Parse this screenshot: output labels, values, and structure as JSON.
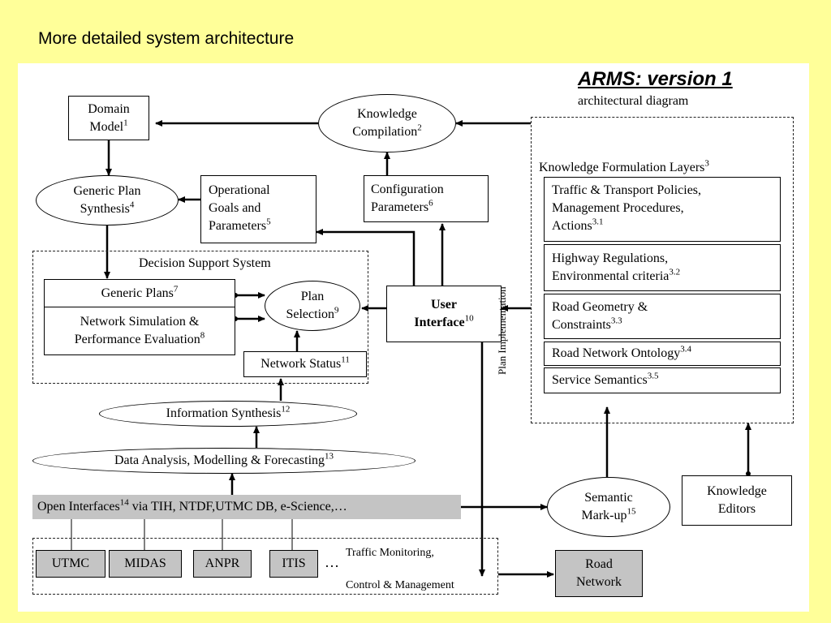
{
  "slide_title": "More detailed system architecture",
  "diagram": {
    "title": "ARMS: version 1",
    "subtitle": "architectural diagram",
    "nodes": {
      "domain_model": {
        "lines": [
          "Domain",
          "Model"
        ],
        "sup": "1"
      },
      "knowledge_compilation": {
        "lines": [
          "Knowledge",
          "Compilation"
        ],
        "sup": "2"
      },
      "generic_plan_synthesis": {
        "lines": [
          "Generic Plan",
          "Synthesis"
        ],
        "sup": "4"
      },
      "operational_goals": {
        "lines": [
          "Operational",
          "Goals and",
          "Parameters"
        ],
        "sup": "5"
      },
      "configuration_parameters": {
        "lines": [
          "Configuration",
          "Parameters"
        ],
        "sup": "6"
      },
      "decision_support_system": {
        "label": "Decision Support System"
      },
      "generic_plans": {
        "label": "Generic Plans",
        "sup": "7"
      },
      "network_simulation": {
        "lines": [
          "Network Simulation &",
          "Performance Evaluation"
        ],
        "sup": "8"
      },
      "plan_selection": {
        "lines": [
          "Plan",
          "Selection"
        ],
        "sup": "9"
      },
      "network_status": {
        "label": "Network Status",
        "sup": "11"
      },
      "user_interface": {
        "lines": [
          "User",
          "Interface"
        ],
        "sup": "10"
      },
      "information_synthesis": {
        "label": "Information Synthesis",
        "sup": "12"
      },
      "data_analysis": {
        "label": "Data Analysis, Modelling & Forecasting",
        "sup": "13"
      },
      "open_interfaces": {
        "label": "Open Interfaces",
        "sup": "14",
        "suffix": " via TIH, NTDF,UTMC DB, e-Science,…"
      },
      "semantic_markup": {
        "lines": [
          "Semantic",
          "Mark-up"
        ],
        "sup": "15"
      },
      "knowledge_editors": {
        "lines": [
          "Knowledge",
          "Editors"
        ]
      },
      "road_network": {
        "lines": [
          "Road",
          "Network"
        ]
      },
      "plan_implementation": "Plan Implementation",
      "traffic_monitoring": {
        "lines": [
          "Traffic Monitoring,",
          "Control & Management"
        ]
      },
      "sources": [
        "UTMC",
        "MIDAS",
        "ANPR",
        "ITIS"
      ],
      "sources_more": "…"
    },
    "knowledge_layers": {
      "title": "Knowledge Formulation Layers",
      "title_sup": "3",
      "layers": [
        {
          "lines": [
            "Traffic & Transport Policies,",
            "Management Procedures,",
            "Actions"
          ],
          "sup": "3.1"
        },
        {
          "lines": [
            "Highway Regulations,",
            "Environmental criteria"
          ],
          "sup": "3.2"
        },
        {
          "lines": [
            "Road Geometry &",
            "Constraints"
          ],
          "sup": "3.3"
        },
        {
          "lines": [
            "Road Network Ontology"
          ],
          "sup": "3.4"
        },
        {
          "lines": [
            "Service Semantics"
          ],
          "sup": "3.5"
        }
      ]
    }
  }
}
